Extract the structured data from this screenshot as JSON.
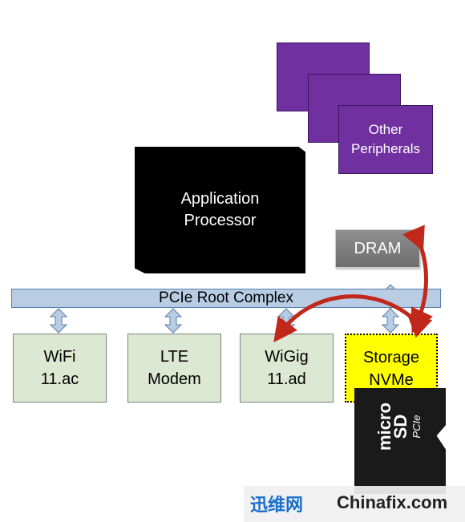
{
  "peripherals": {
    "label_line1": "Other",
    "label_line2": "Peripherals"
  },
  "app_processor": {
    "line1": "Application",
    "line2": "Processor"
  },
  "dram": {
    "label": "DRAM"
  },
  "root_complex": {
    "label": "PCIe Root Complex"
  },
  "devices": [
    {
      "line1": "WiFi",
      "line2": "11.ac"
    },
    {
      "line1": "LTE",
      "line2": "Modem"
    },
    {
      "line1": "WiGig",
      "line2": "11.ad"
    },
    {
      "line1": "Storage",
      "line2": "NVMe"
    }
  ],
  "sd_card": {
    "logo": "micro SD",
    "sub": "PCIe"
  },
  "watermark": {
    "logo": "迅维网",
    "site": "Chinafix.com"
  },
  "colors": {
    "peripheral": "#7030a0",
    "root_complex": "#b8cce4",
    "device": "#dde8d2",
    "storage": "#ffff00",
    "arrow_red": "#c0281c",
    "link_arrow": "#b8cce4"
  }
}
